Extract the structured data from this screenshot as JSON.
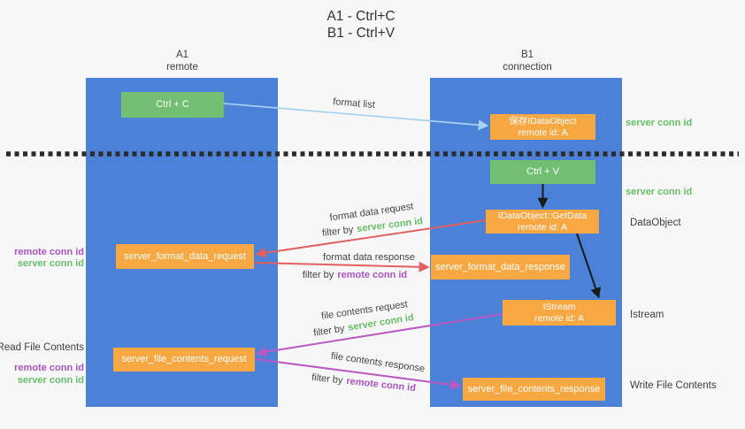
{
  "title": {
    "line1": "A1 - Ctrl+C",
    "line2": "B1 - Ctrl+V"
  },
  "lifelines": {
    "left": {
      "name": "A1",
      "role": "remote"
    },
    "right": {
      "name": "B1",
      "role": "connection"
    }
  },
  "nodes": {
    "ctrl_c": {
      "label": "Ctrl + C"
    },
    "save_idataobject": {
      "line1": "保存IDataObject",
      "line2": "remote id: A"
    },
    "ctrl_v": {
      "label": "Ctrl + V"
    },
    "getdata": {
      "line1": "IDataObject::GetData",
      "line2": "remote id: A"
    },
    "format_request": {
      "label": "server_format_data_request"
    },
    "format_response": {
      "label": "server_format_data_response"
    },
    "istream": {
      "line1": "IStream",
      "line2": "remote id: A"
    },
    "file_request": {
      "label": "server_file_contents_request"
    },
    "file_response": {
      "label": "server_file_contents_response"
    }
  },
  "edges": {
    "format_list": {
      "label": "format list"
    },
    "format_request": {
      "label": "format data request",
      "filter_prefix": "filter by",
      "filter_key": "server conn id"
    },
    "format_response": {
      "label": "format data response",
      "filter_prefix": "filter by",
      "filter_key": "remote conn id"
    },
    "file_request": {
      "label": "file contents request",
      "filter_prefix": "filter by",
      "filter_key": "server conn id"
    },
    "file_response": {
      "label": "file contents response",
      "filter_prefix": "filter by",
      "filter_key": "remote conn id"
    }
  },
  "annotations": {
    "server_conn_id_clipboard": "server conn id",
    "server_conn_id_paste": "server conn id",
    "dataobject": "DataObject",
    "istream": "Istream",
    "write_file_contents": "Write File Contents",
    "remote_conn_id_format": "remote conn id",
    "server_conn_id_format": "server conn id",
    "read_file_contents": "Read File Contents",
    "remote_conn_id_file": "remote conn id",
    "server_conn_id_file": "server conn id"
  },
  "colors": {
    "lane_blue": "#4b82d8",
    "node_orange": "#f8a843",
    "node_green": "#72bf72",
    "arrow_red": "#e16060",
    "arrow_purple": "#bb58c3",
    "arrow_lightblue": "#a7d3f1",
    "arrow_black": "#1a1a1a",
    "text_green": "#68bd68",
    "text_purple": "#ab53c3",
    "text_dark": "#3e3e3e",
    "background": "#f7f7f8"
  }
}
